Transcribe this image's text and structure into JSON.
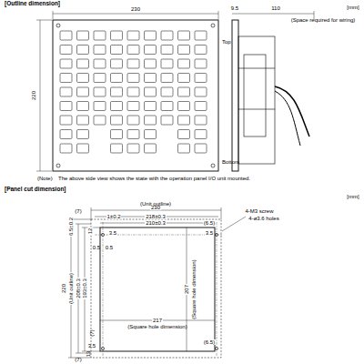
{
  "diagram": {
    "labels": [
      "[Outline dimension]",
      "[mm]",
      "230",
      "9.5",
      "110",
      "(Space required for wiring)",
      "Top",
      "220",
      "Bottom",
      "(Note)",
      "The above side view shows the state with the operation panel I/O unit mounted.",
      "[Panel cut dimension]",
      "[mm]",
      "230",
      "(Unit outline)",
      "218±0.3",
      "210±0.3",
      "1±0.2",
      "3.5",
      "(6.5)",
      "3.5",
      "4-M3 screw",
      "4-ø3.6 holes",
      "(7)",
      "6.5±0.2",
      "12",
      "0.5",
      "0.5",
      "207",
      "(Square hole dimension)",
      "217",
      "(Square hole dimension)",
      "220",
      "(Unit outline)",
      "208±0.3",
      "193±0.3",
      "(7)",
      "3.5",
      "13",
      "(7)",
      "(6.5)"
    ]
  }
}
